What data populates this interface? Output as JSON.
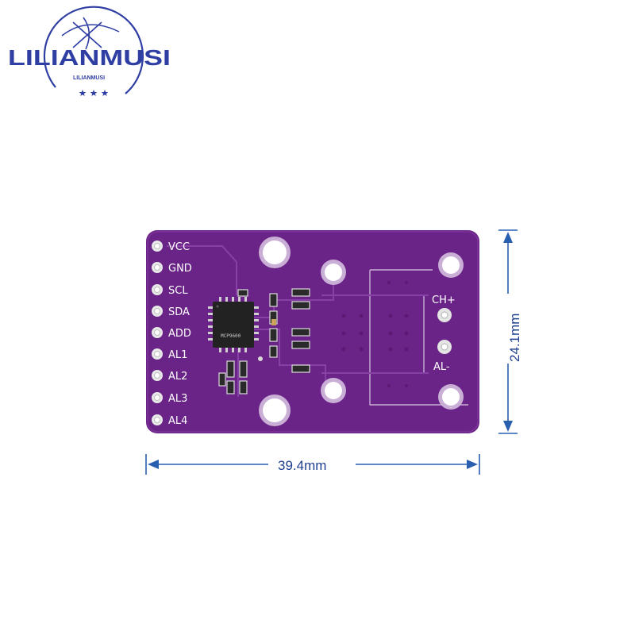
{
  "logo": {
    "brand": "LILIANMUSI",
    "sub": "LILIANMUSI",
    "colors": {
      "brand": "#2f3ea3",
      "ring": "#2f3ea3"
    }
  },
  "board": {
    "color": "#6a2386",
    "pins": [
      "VCC",
      "GND",
      "SCL",
      "SDA",
      "ADD",
      "AL1",
      "AL2",
      "AL3",
      "AL4"
    ],
    "terminals": [
      "CH+",
      "AL-"
    ],
    "chip_marking": "MCP9600"
  },
  "dimensions": {
    "width_label": "39.4mm",
    "height_label": "24.1mm",
    "color": "#2a5fb0"
  }
}
